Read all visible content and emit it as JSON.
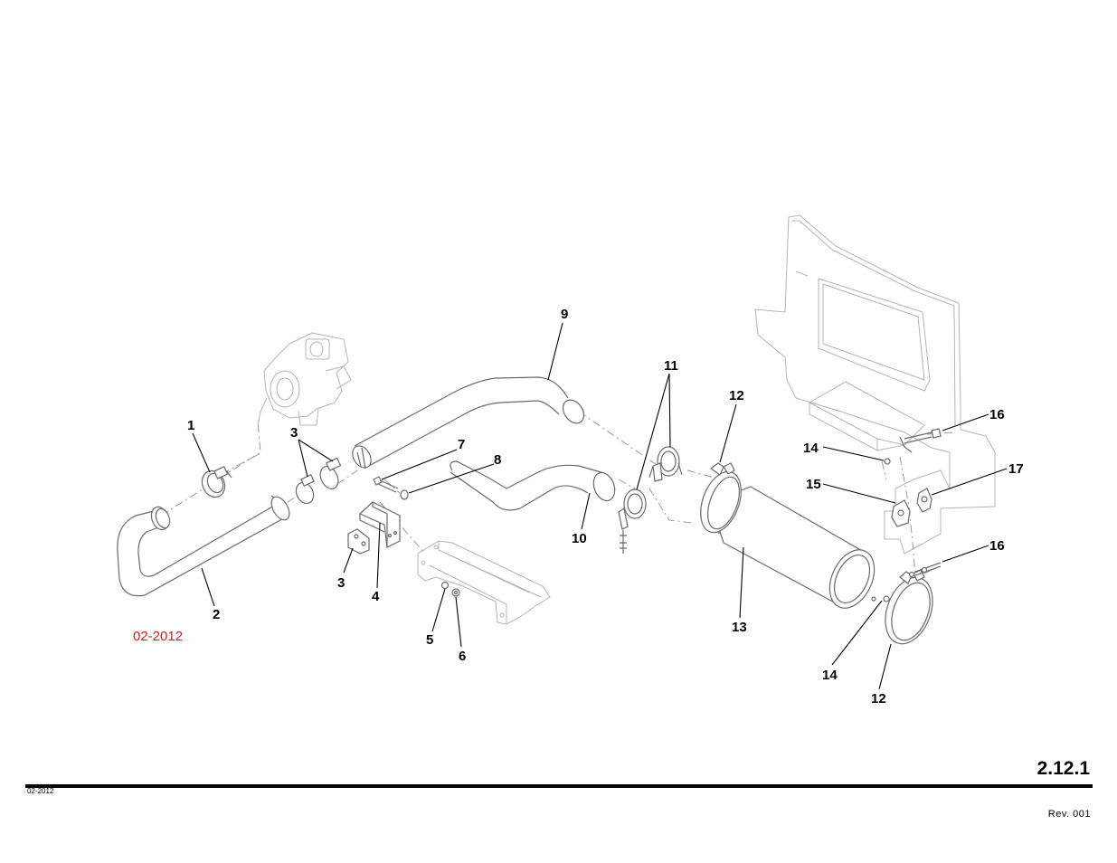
{
  "callouts": {
    "c1": "1",
    "c2": "2",
    "c3a": "3",
    "c3b": "3",
    "c4": "4",
    "c5": "5",
    "c6": "6",
    "c7": "7",
    "c8": "8",
    "c9": "9",
    "c10": "10",
    "c11": "11",
    "c12a": "12",
    "c12b": "12",
    "c13": "13",
    "c14a": "14",
    "c14b": "14",
    "c15": "15",
    "c16a": "16",
    "c16b": "16",
    "c17": "17"
  },
  "date_red": "02-2012",
  "footer": {
    "page_number": "2.12.1",
    "date": "02-2012",
    "revision": "Rev. 001"
  }
}
